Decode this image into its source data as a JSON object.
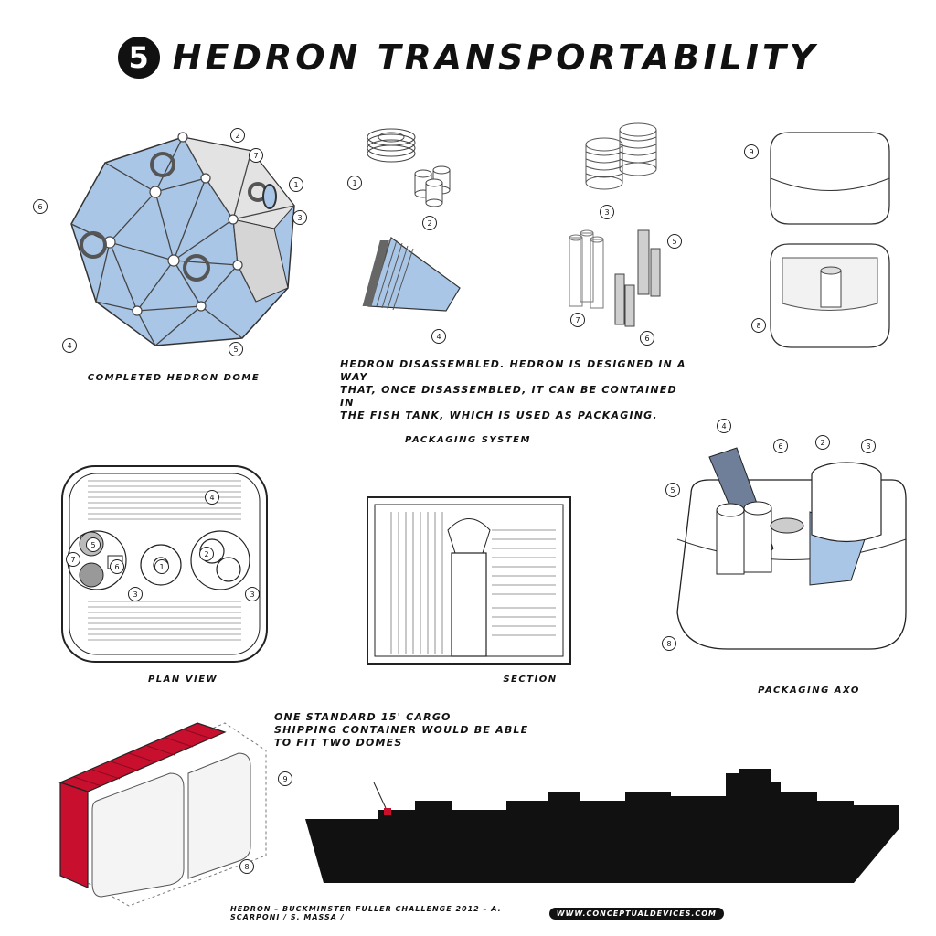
{
  "title": {
    "number": "5",
    "text": "Hedron Transportability"
  },
  "captions": {
    "dome": "Completed Hedron Dome",
    "disassembled": [
      "Hedron disassembled. Hedron is designed in a way",
      "that, once disassembled, it can be contained in",
      "the fish tank, which is used as packaging."
    ],
    "system": "Packaging system",
    "plan": "Plan view",
    "section": "Section",
    "axo": "Packaging axo",
    "container": [
      "One standard 15' cargo",
      "shipping container would be able",
      "to fit two domes"
    ]
  },
  "labels": {
    "dome": [
      "2",
      "7",
      "1",
      "3",
      "6",
      "4",
      "5"
    ],
    "parts": [
      "1",
      "2",
      "4",
      "3",
      "5",
      "7",
      "6",
      "9",
      "8"
    ],
    "plan": [
      "4",
      "5",
      "6",
      "7",
      "1",
      "2",
      "3",
      "3"
    ],
    "axo": [
      "4",
      "6",
      "2",
      "3",
      "5",
      "8"
    ],
    "container": [
      "9",
      "8"
    ]
  },
  "footer": {
    "credits": "Hedron – Buckminster Fuller Challenge 2012 – A. Scarponi / S. Massa /",
    "url": "www.conceptualdevices.com"
  },
  "colors": {
    "panel_blue": "#a9c6e6",
    "container_red": "#c8102e",
    "ink": "#111111",
    "panel_grey": "#e3e3e3"
  }
}
